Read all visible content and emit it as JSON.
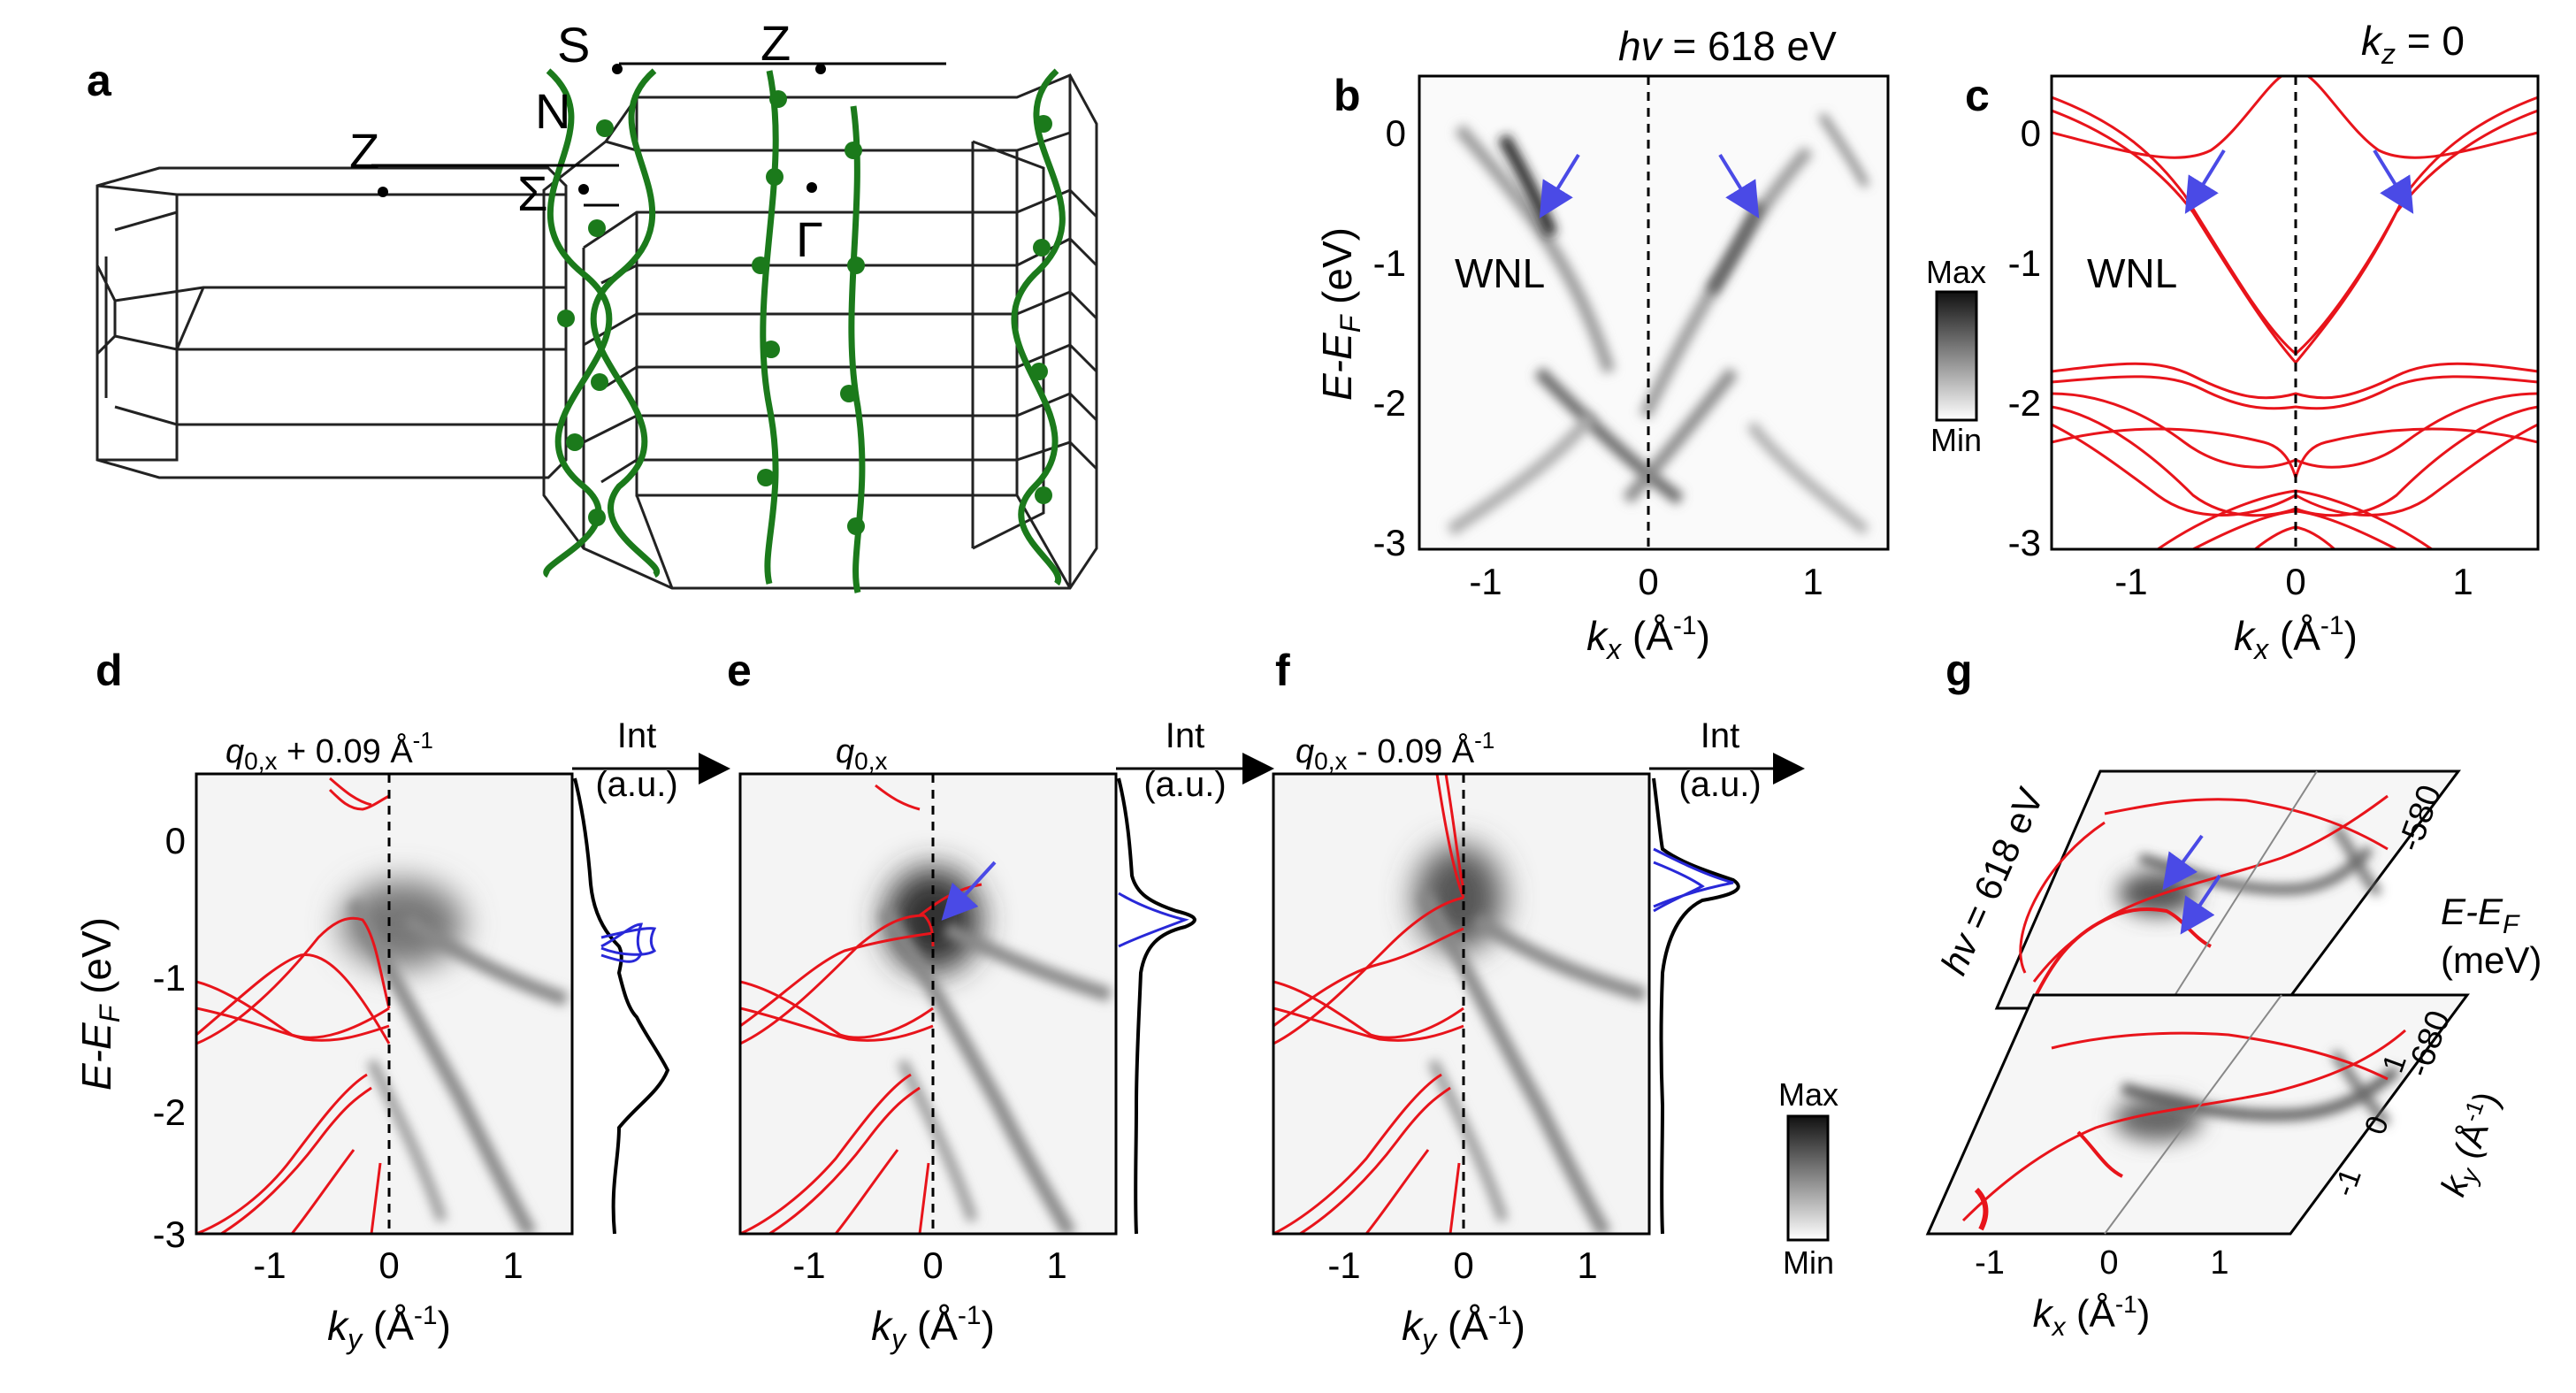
{
  "panel_letters": [
    "a",
    "b",
    "c",
    "d",
    "e",
    "f",
    "g"
  ],
  "panel_a": {
    "points": [
      {
        "id": "S",
        "label": "S"
      },
      {
        "id": "Z1",
        "label": "Z"
      },
      {
        "id": "N",
        "label": "N"
      },
      {
        "id": "Z2",
        "label": "Z"
      },
      {
        "id": "Sigma",
        "label": "Σ"
      },
      {
        "id": "Gamma",
        "label": "Γ"
      }
    ]
  },
  "panel_b": {
    "title_prefix": "hv",
    "title_rest": " = 618 eV",
    "ylabel_main": "E-E",
    "ylabel_sub": "F",
    "ylabel_tail": " (eV)",
    "xlabel_main": "k",
    "xlabel_sub": "x",
    "xlabel_tail": " (Å",
    "xlabel_sup": "-1",
    "xlabel_close": ")",
    "xticks": [
      "-1",
      "0",
      "1"
    ],
    "yticks": [
      "0",
      "-1",
      "-2",
      "-3"
    ],
    "annotation": "WNL"
  },
  "panel_c": {
    "title_main": "k",
    "title_sub": "z",
    "title_rest": " = 0",
    "xlabel_main": "k",
    "xlabel_sub": "x",
    "xlabel_tail": " (Å",
    "xlabel_sup": "-1",
    "xlabel_close": ")",
    "xticks": [
      "-1",
      "0",
      "1"
    ],
    "yticks": [
      "0",
      "-1",
      "-2",
      "-3"
    ],
    "annotation": "WNL"
  },
  "colorbar_top": {
    "max": "Max",
    "min": "Min"
  },
  "colorbar_bottom": {
    "max": "Max",
    "min": "Min"
  },
  "panel_d": {
    "label_main": "q",
    "label_sub": "0,x",
    "label_rest": " + 0.09 Å",
    "label_sup": "-1"
  },
  "panel_e": {
    "label_main": "q",
    "label_sub": "0,x"
  },
  "panel_f": {
    "label_main": "q",
    "label_sub": "0,x",
    "label_rest": " - 0.09 Å",
    "label_sup": "-1"
  },
  "edc_label": {
    "line1": "Int",
    "line2": "(a.u.)"
  },
  "bottom_axes": {
    "ylabel_main": "E-E",
    "ylabel_sub": "F",
    "ylabel_tail": " (eV)",
    "xlabel_main": "k",
    "xlabel_sub": "y",
    "xlabel_tail": " (Å",
    "xlabel_sup": "-1",
    "xlabel_close": ")",
    "xticks": [
      "-1",
      "0",
      "1"
    ],
    "yticks": [
      "0",
      "-1",
      "-2",
      "-3"
    ]
  },
  "panel_g": {
    "hv_label": "hv = 618 eV",
    "energy_label_line1": "E-E",
    "energy_label_sub": "F",
    "energy_label_line2": "(meV)",
    "energy_values": [
      "-580",
      "-680"
    ],
    "xlabel": "k",
    "xlabel_sub": "x",
    "xlabel_tail": " (Å",
    "xlabel_sup": "-1",
    "xlabel_close": ")",
    "xticks": [
      "-1",
      "0",
      "1"
    ],
    "ylabel": "k",
    "ylabel_sub": "y",
    "ylabel_tail": " (Å",
    "ylabel_sup": "-1",
    "ylabel_close": ")",
    "yticks": [
      "1",
      "0",
      "-1"
    ]
  },
  "colors": {
    "calc": "#e8141b",
    "arrow": "#4a4ae6",
    "edc_fit": "#2828d8",
    "helix": "#1b7a1b",
    "cell": "#222222"
  }
}
